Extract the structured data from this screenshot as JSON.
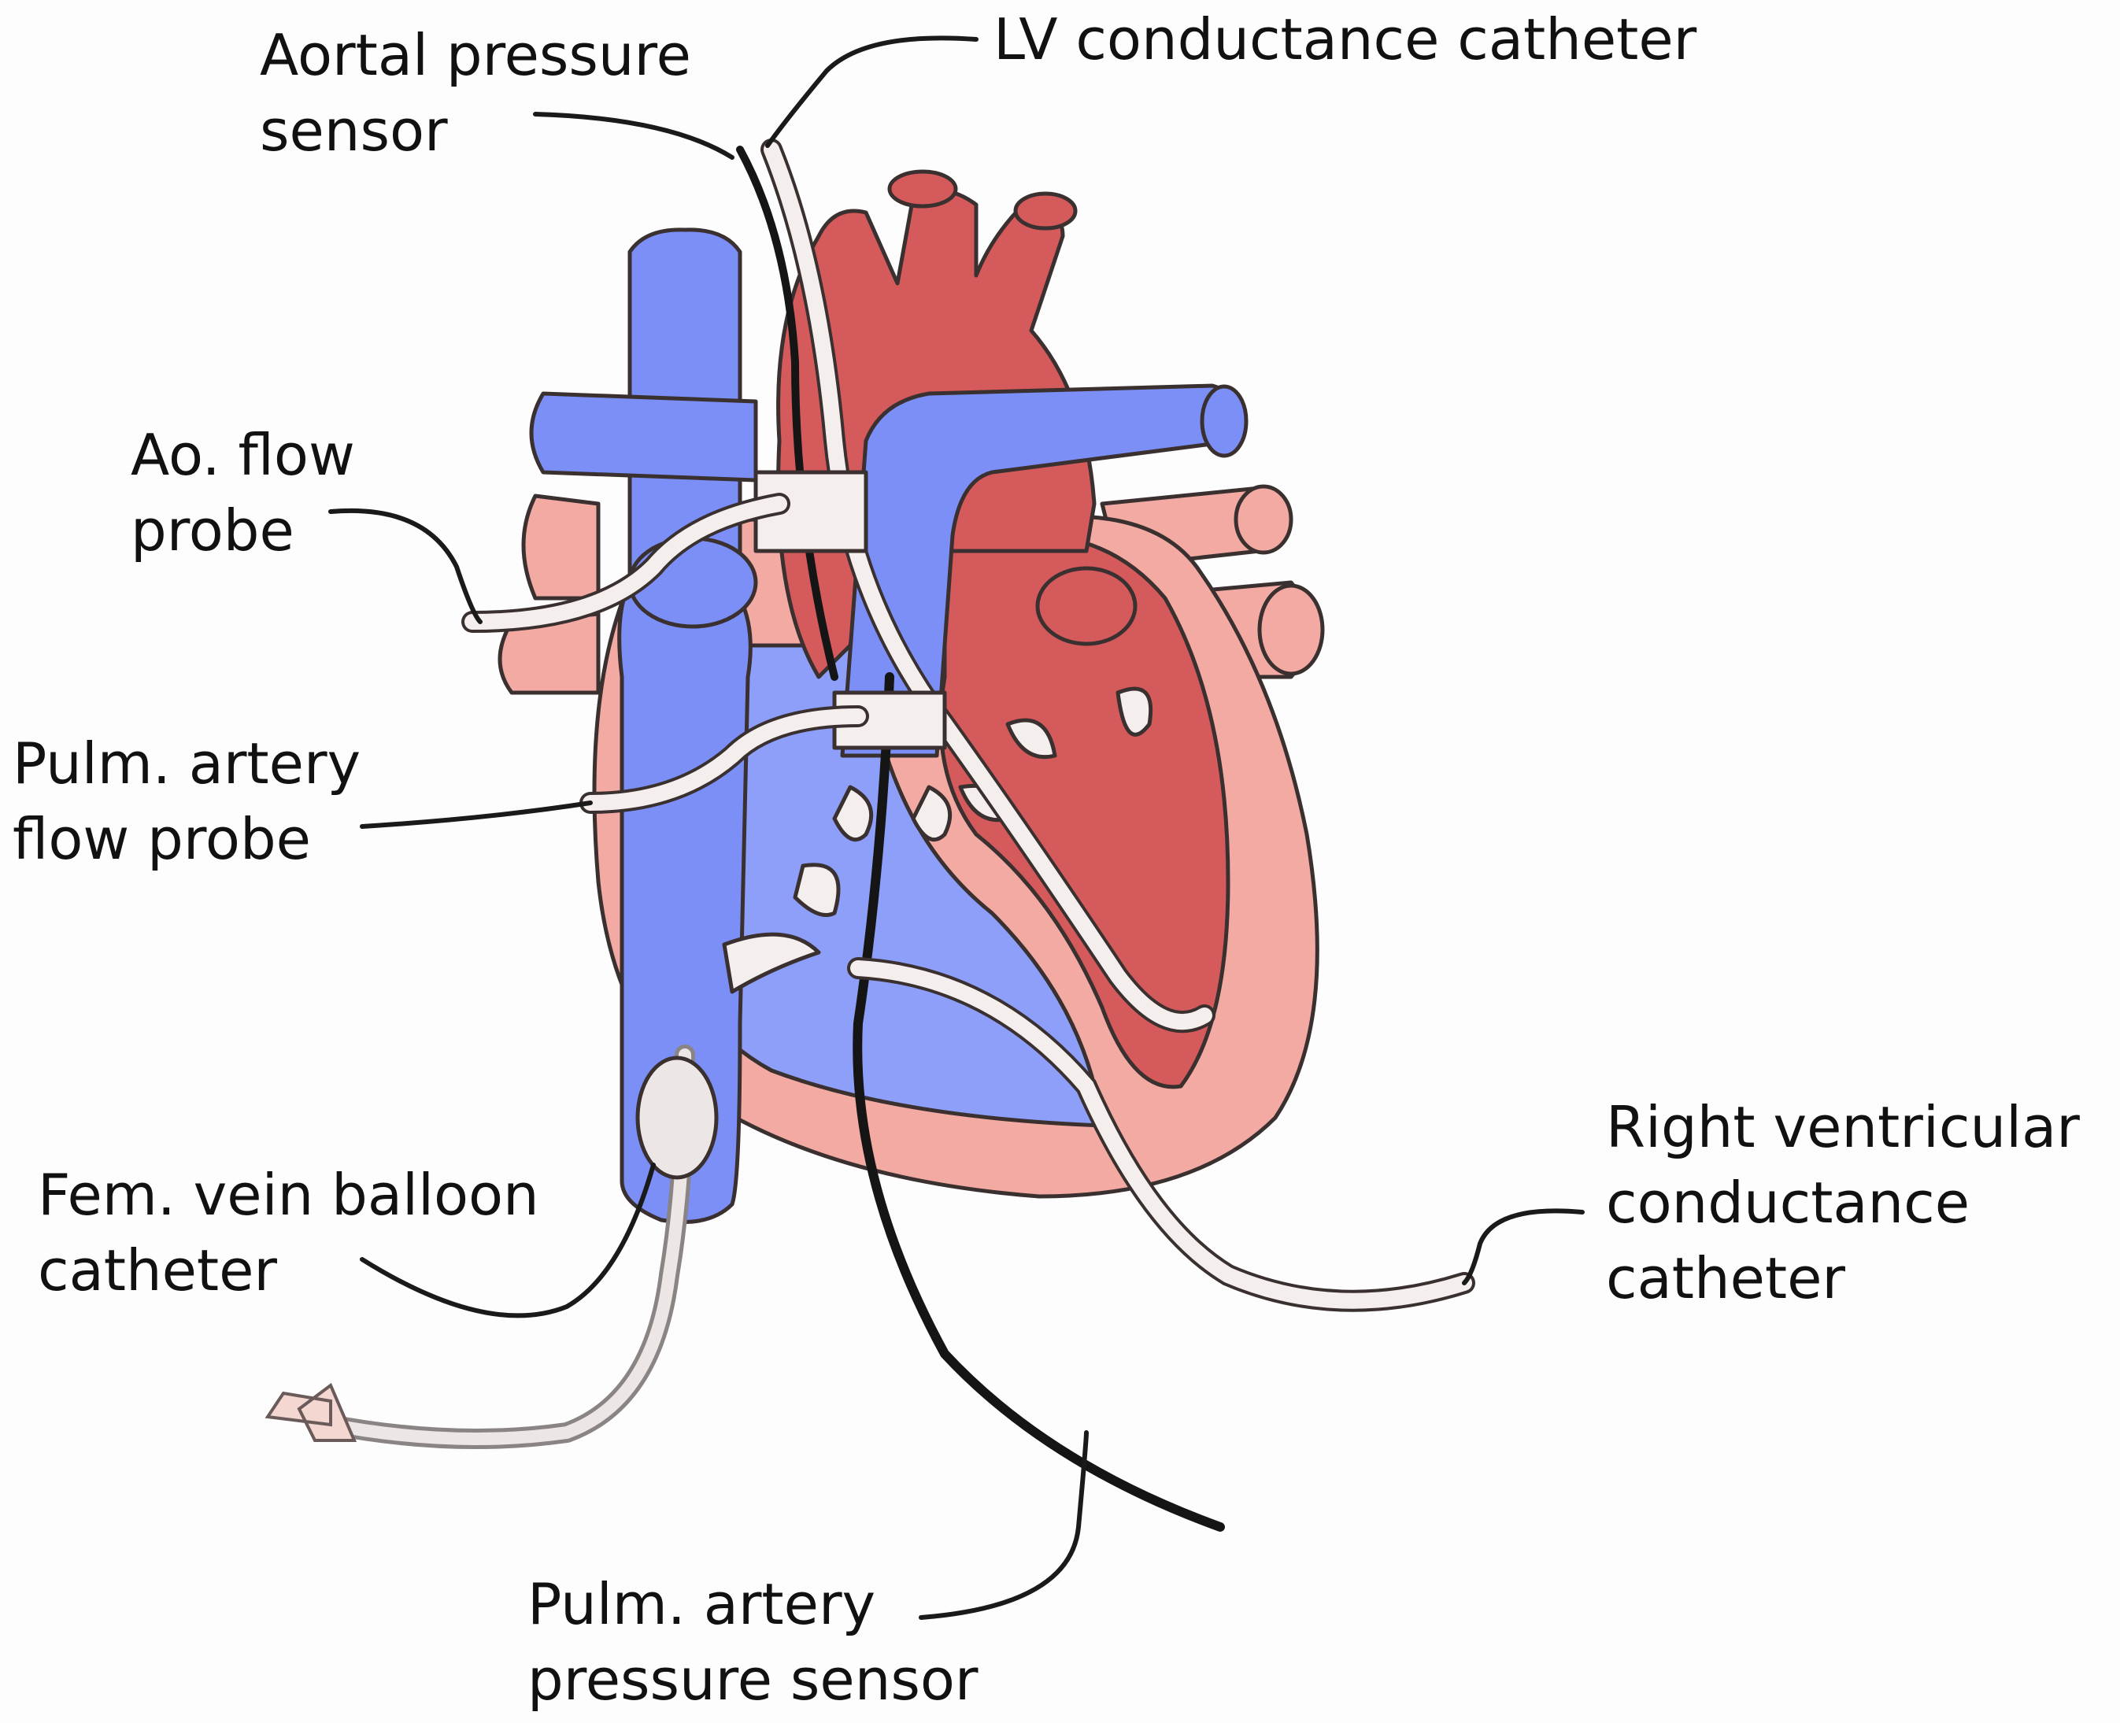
{
  "colors": {
    "venous_blue": "#7b8ff7",
    "venous_blue_light": "#8d9ff8",
    "arterial_red": "#d55a5c",
    "tissue_pink": "#f3aaa3",
    "catheter_white": "#f4eeec",
    "pressure_wire": "#151515"
  },
  "labels": {
    "aortal_pressure_sensor": {
      "line1": "Aortal pressure",
      "line2": "sensor"
    },
    "lv_conductance_catheter": {
      "line1": "LV conductance catheter"
    },
    "ao_flow_probe": {
      "line1": "Ao. flow",
      "line2": "probe"
    },
    "pulm_artery_flow_probe": {
      "line1": "Pulm. artery",
      "line2": "flow probe"
    },
    "fem_vein_balloon_catheter": {
      "line1": "Fem. vein balloon",
      "line2": "catheter"
    },
    "right_ventricular_conductance_catheter": {
      "line1": "Right ventricular",
      "line2": "conductance",
      "line3": "catheter"
    },
    "pulm_artery_pressure_sensor": {
      "line1": "Pulm. artery",
      "line2": "pressure sensor"
    }
  },
  "icons": {
    "heart": "heart-illustration",
    "catheter": "catheter-illustration",
    "flow_probe": "flow-probe-illustration"
  }
}
